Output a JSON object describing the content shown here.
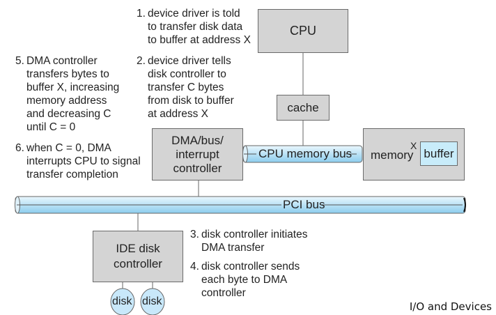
{
  "diagram": {
    "components": {
      "cpu": "CPU",
      "cache": "cache",
      "dma_controller": "DMA/bus/\ninterrupt\ncontroller",
      "cpu_memory_bus": "CPU memory bus",
      "memory": "memory",
      "memory_address_label": "X",
      "buffer": "buffer",
      "pci_bus": "PCI bus",
      "ide_controller": "IDE disk\ncontroller",
      "disks": [
        "disk",
        "disk"
      ]
    },
    "steps": [
      {
        "num": "1.",
        "text": "device driver is told\nto transfer disk data\nto buffer at address X"
      },
      {
        "num": "2.",
        "text": "device driver tells\ndisk controller to\ntransfer C bytes\nfrom disk to buffer\nat address X"
      },
      {
        "num": "3.",
        "text": "disk controller initiates\nDMA transfer"
      },
      {
        "num": "4.",
        "text": "disk controller sends\neach byte to DMA\ncontroller"
      },
      {
        "num": "5.",
        "text": "DMA controller\ntransfers bytes to\nbuffer X, increasing\nmemory address\nand decreasing C\nuntil C = 0"
      },
      {
        "num": "6.",
        "text": "when C = 0, DMA\ninterrupts CPU to signal\ntransfer completion"
      }
    ],
    "colors": {
      "box_fill": "#d4d4d4",
      "bus_fill_top": "#e6f5fc",
      "bus_fill_bottom": "#8fd0f0",
      "buffer_fill": "#c8ecfa",
      "disk_fill": "#c8e8fa"
    }
  },
  "footer": {
    "title": "I/O and Devices"
  }
}
